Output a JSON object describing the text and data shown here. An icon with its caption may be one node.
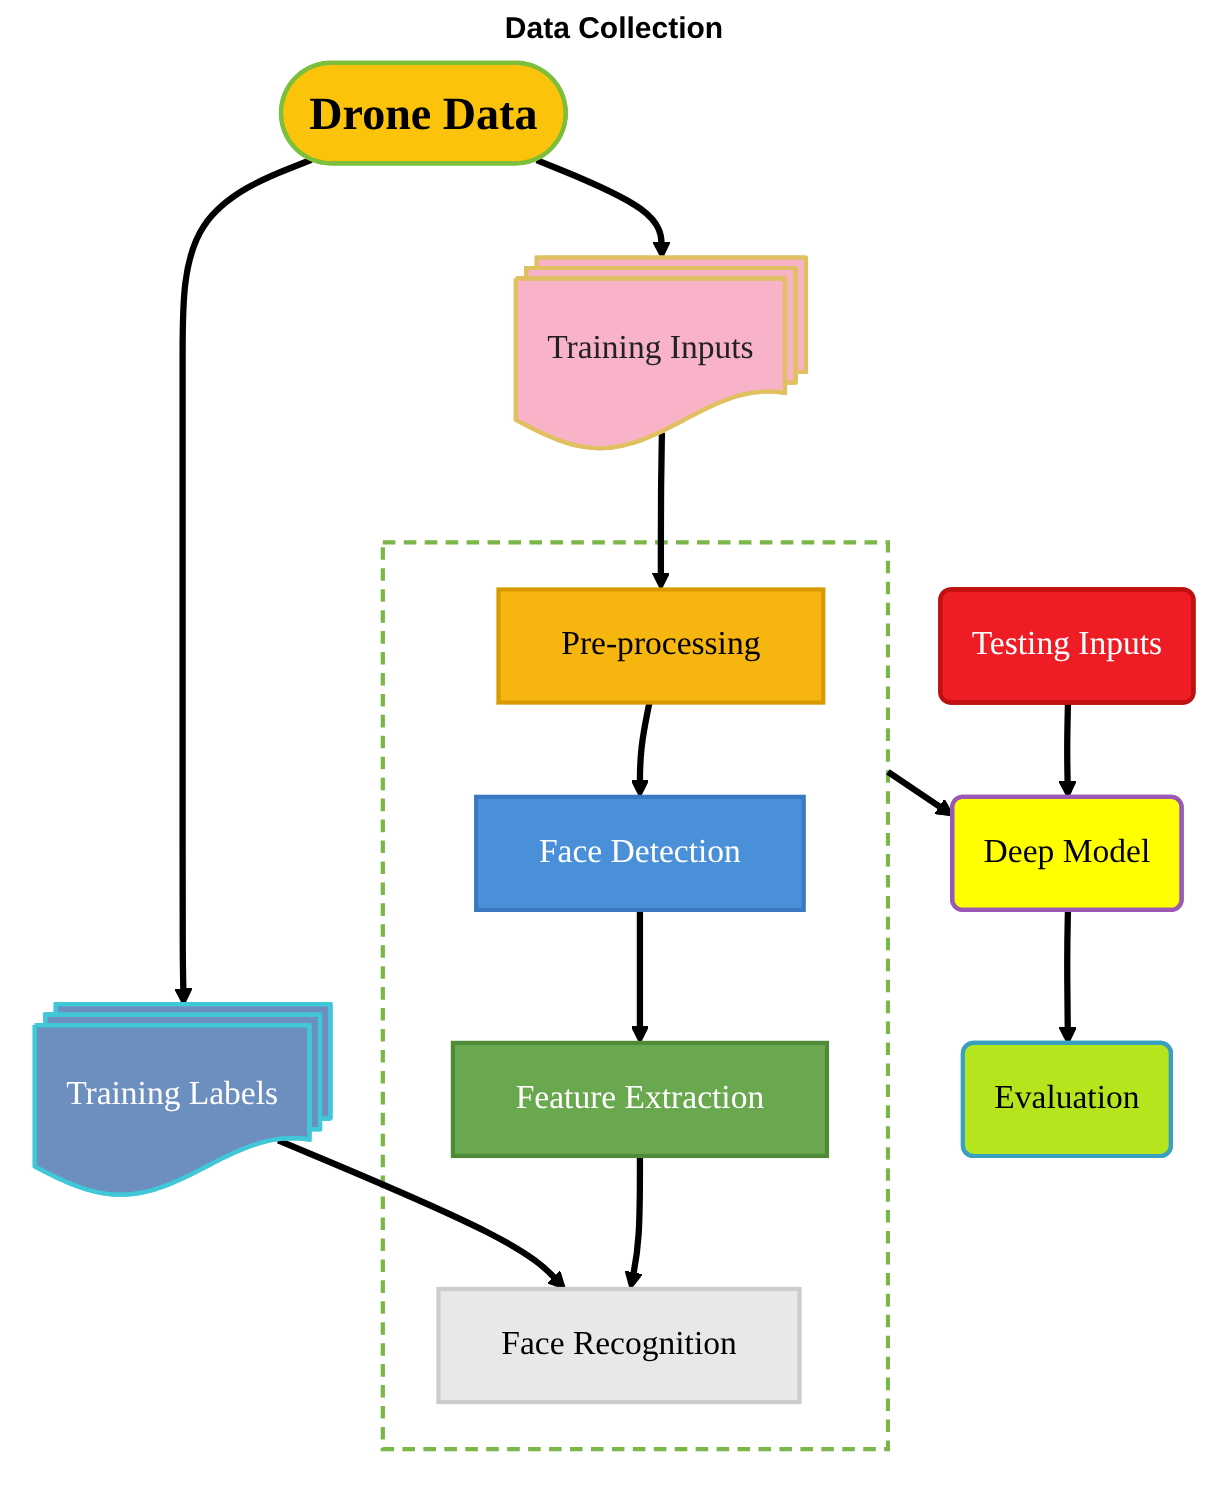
{
  "diagram": {
    "nodes": [
      {
        "text": [
          "Drone Data"
        ]
      },
      {
        "text": [
          "Training Inputs"
        ]
      },
      {
        "text": [
          "Training Labels"
        ]
      },
      {
        "text": [],
        "shape": "box"
      },
      {
        "text": [
          "Pre-processing"
        ],
        "in": 3
      },
      {
        "text": [
          "Face Detection"
        ],
        "in": 3
      },
      {
        "text": [
          "Feature Extraction"
        ],
        "in": 3
      },
      {
        "text": [
          "Face Recognition"
        ],
        "in": 3
      },
      {
        "text": [
          "Testing Inputs"
        ]
      },
      {
        "text": [
          "Deep Model"
        ]
      },
      {
        "text": [
          "Evaluation"
        ]
      }
    ],
    "edges": [
      {
        "from": 0,
        "to": 1,
        "arrow": "to"
      },
      {
        "from": 0,
        "to": 2,
        "arrow": "to"
      },
      {
        "from": 1,
        "to": 4,
        "arrow": "to"
      },
      {
        "from": 2,
        "to": 7,
        "arrow": "to"
      },
      {
        "from": 4,
        "to": 5,
        "arrow": "to"
      },
      {
        "from": 5,
        "to": 6,
        "arrow": "to"
      },
      {
        "from": 6,
        "to": 7,
        "arrow": "to"
      },
      {
        "from": 3,
        "to": 9,
        "arrow": "to"
      },
      {
        "from": 8,
        "to": 9,
        "arrow": "to"
      },
      {
        "from": 9,
        "to": 10,
        "arrow": "to"
      }
    ],
    "labels": [
      "Data Collection"
    ]
  }
}
